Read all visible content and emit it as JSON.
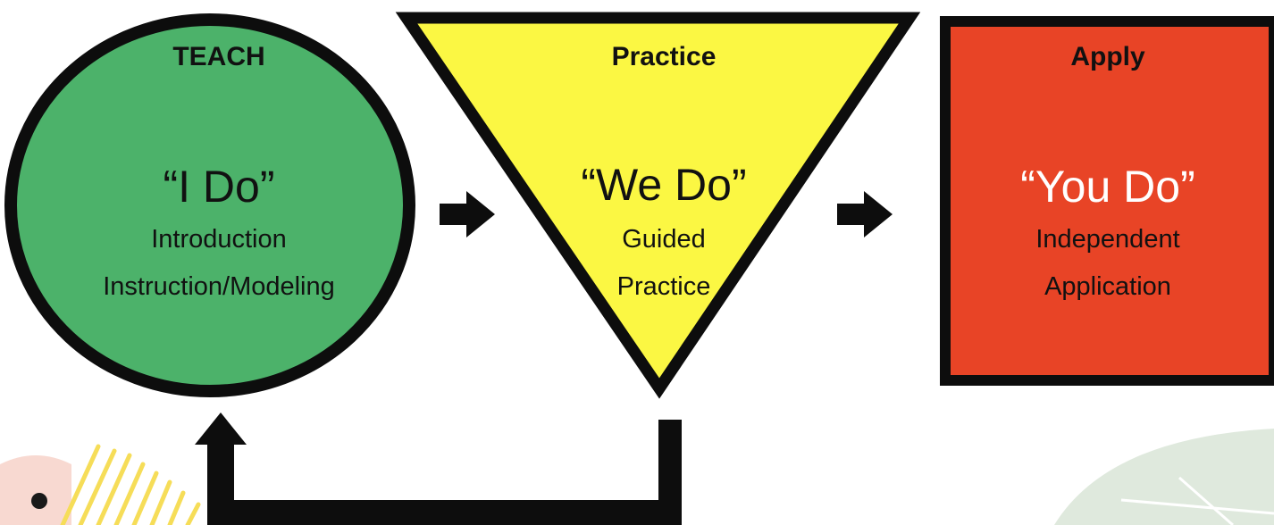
{
  "teach": {
    "heading": "TEACH",
    "quote": "“I Do”",
    "line1": "Introduction",
    "line2": "Instruction/Modeling",
    "fill": "#4cb26a"
  },
  "practice": {
    "heading": "Practice",
    "quote": "“We Do”",
    "line1": "Guided",
    "line2": "Practice",
    "fill": "#fbf743"
  },
  "apply": {
    "heading": "Apply",
    "quote": "“You Do”",
    "line1": "Independent",
    "line2": "Application",
    "fill": "#e84426"
  },
  "colors": {
    "outline": "#0d0d0d",
    "arrow": "#0d0d0d",
    "decor_yellow": "#f6dd58",
    "decor_pink": "#f8d9d1",
    "decor_green": "#dfe9dd"
  }
}
